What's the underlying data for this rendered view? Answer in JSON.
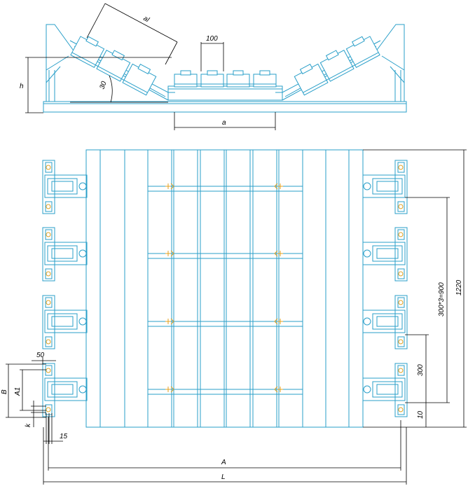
{
  "labels": {
    "al": "al",
    "w100": "100",
    "h": "h",
    "angle30": "30",
    "a": "a",
    "d50": "50",
    "B": "B",
    "A1": "A1",
    "k": "k",
    "d15": "15",
    "A": "A",
    "L": "L",
    "span": "300*3=900",
    "d300": "300",
    "d10": "10",
    "d1220": "1220"
  },
  "colors": {
    "line": "#2a9fc9",
    "dimension": "#000000",
    "bolt": "#e0a020"
  }
}
